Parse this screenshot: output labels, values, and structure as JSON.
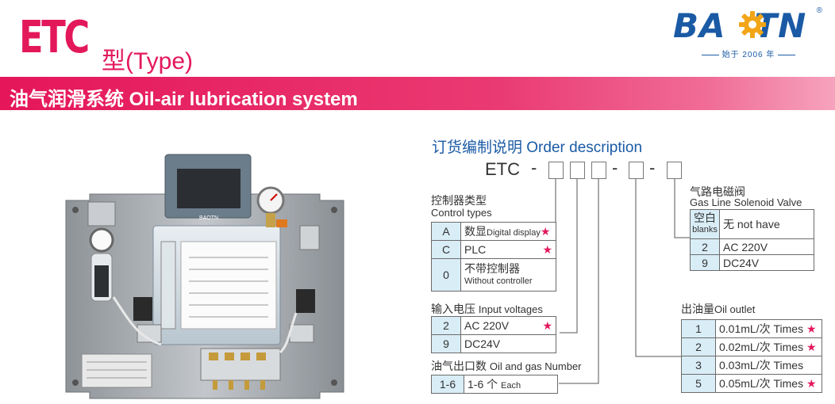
{
  "header": {
    "model": "ETC",
    "type_label": "型(Type)",
    "banner": "油气润滑系统  Oil-air lubrication system"
  },
  "logo": {
    "text": "BAOTN",
    "reg": "®",
    "since": "始于 2006 年"
  },
  "order": {
    "title": "订货编制说明 Order description",
    "code": "ETC",
    "dash": "-"
  },
  "control_types": {
    "label_cn": "控制器类型",
    "label_en": "Control types",
    "rows": [
      {
        "code": "A",
        "desc_cn": "数显",
        "desc_en": "Digital display",
        "star": "★"
      },
      {
        "code": "C",
        "desc_cn": "PLC",
        "desc_en": "",
        "star": "★"
      },
      {
        "code": "0",
        "desc_cn": "不带控制器",
        "desc_en": "Without controller",
        "star": ""
      }
    ]
  },
  "input_voltages": {
    "label_cn": "输入电压",
    "label_en": "Input voltages",
    "rows": [
      {
        "code": "2",
        "desc": "AC 220V",
        "star": "★"
      },
      {
        "code": "9",
        "desc": "DC24V",
        "star": ""
      }
    ]
  },
  "oil_gas_number": {
    "label_cn": "油气出口数",
    "label_en": "Oil and gas Number",
    "rows": [
      {
        "code": "1-6",
        "desc_cn": "1-6 个",
        "desc_en": "Each"
      }
    ]
  },
  "solenoid": {
    "label_cn": "气路电磁阀",
    "label_en": "Gas Line Solenoid Valve",
    "rows": [
      {
        "code_cn": "空白",
        "code_en": "blanks",
        "desc": "无 not have"
      },
      {
        "code": "2",
        "desc": "AC 220V"
      },
      {
        "code": "9",
        "desc": "DC24V"
      }
    ]
  },
  "oil_outlet": {
    "label_cn": "出油量",
    "label_en": "Oil outlet",
    "rows": [
      {
        "code": "1",
        "desc": "0.01mL/次 Times",
        "star": "★"
      },
      {
        "code": "2",
        "desc": "0.02mL/次 Times",
        "star": "★"
      },
      {
        "code": "3",
        "desc": "0.03mL/次 Times",
        "star": ""
      },
      {
        "code": "5",
        "desc": "0.05mL/次 Times",
        "star": "★"
      }
    ]
  },
  "photo": {
    "device_logo": "BAOTN"
  },
  "colors": {
    "brand_pink": "#e3185b",
    "brand_blue": "#1a5aa5",
    "cell_blue": "#d9edf7"
  }
}
